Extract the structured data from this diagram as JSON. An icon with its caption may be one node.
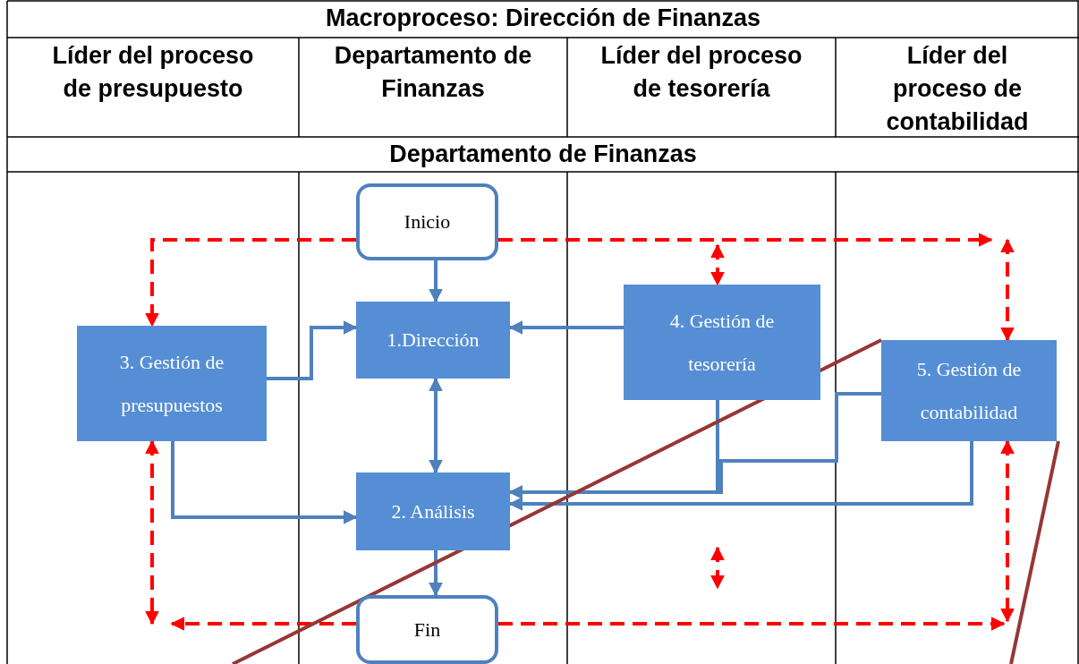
{
  "diagram": {
    "title": "Macroproceso: Dirección de Finanzas",
    "nodes": [
      {
        "text": [
          "Inicio"
        ]
      },
      {
        "text": [
          "1.Dirección"
        ]
      },
      {
        "text": [
          "2. Análisis"
        ]
      },
      {
        "text": [
          "3. Gestión de presupuestos"
        ]
      },
      {
        "text": [
          "4. Gestión de tesorería"
        ]
      },
      {
        "text": [
          "5. Gestión de contabilidad"
        ]
      },
      {
        "text": [
          "Fin"
        ]
      }
    ],
    "edges": [
      {
        "from": 0,
        "to": 1,
        "arrow": "to"
      },
      {
        "from": 3,
        "to": 1,
        "arrow": "to"
      },
      {
        "from": 4,
        "to": 1,
        "arrow": "to"
      },
      {
        "from": 1,
        "to": 2,
        "arrow": "both"
      },
      {
        "from": 3,
        "to": 2,
        "arrow": "to"
      },
      {
        "from": 4,
        "to": 2,
        "arrow": "to"
      },
      {
        "from": 5,
        "to": 2,
        "arrow": "to"
      },
      {
        "from": 5,
        "to": 2,
        "arrow": "to"
      },
      {
        "from": 2,
        "to": 6,
        "arrow": "to"
      },
      {
        "from": 0,
        "to": 3,
        "arrow": "to",
        "style": "dashed",
        "color": "#ff0000"
      },
      {
        "from": 0,
        "to": null,
        "arrow": "to",
        "style": "dashed",
        "color": "#ff0000"
      },
      {
        "from": null,
        "to": 4,
        "arrow": "both",
        "style": "dashed",
        "color": "#ff0000"
      },
      {
        "from": null,
        "to": 5,
        "arrow": "both",
        "style": "dashed",
        "color": "#ff0000"
      },
      {
        "from": 3,
        "to": null,
        "arrow": "both",
        "style": "dashed",
        "color": "#ff0000"
      },
      {
        "from": 5,
        "to": null,
        "arrow": "both",
        "style": "dashed",
        "color": "#ff0000"
      },
      {
        "from": 6,
        "to": null,
        "arrow": "to",
        "style": "dashed",
        "color": "#ff0000"
      },
      {
        "from": 6,
        "to": null,
        "arrow": "to",
        "style": "dashed",
        "color": "#ff0000"
      }
    ],
    "labels": [
      "Líder del proceso de presupuesto",
      "Departamento de Finanzas",
      "Líder del proceso de tesorería",
      "Líder del proceso de contabilidad",
      "Departamento de Finanzas"
    ]
  }
}
